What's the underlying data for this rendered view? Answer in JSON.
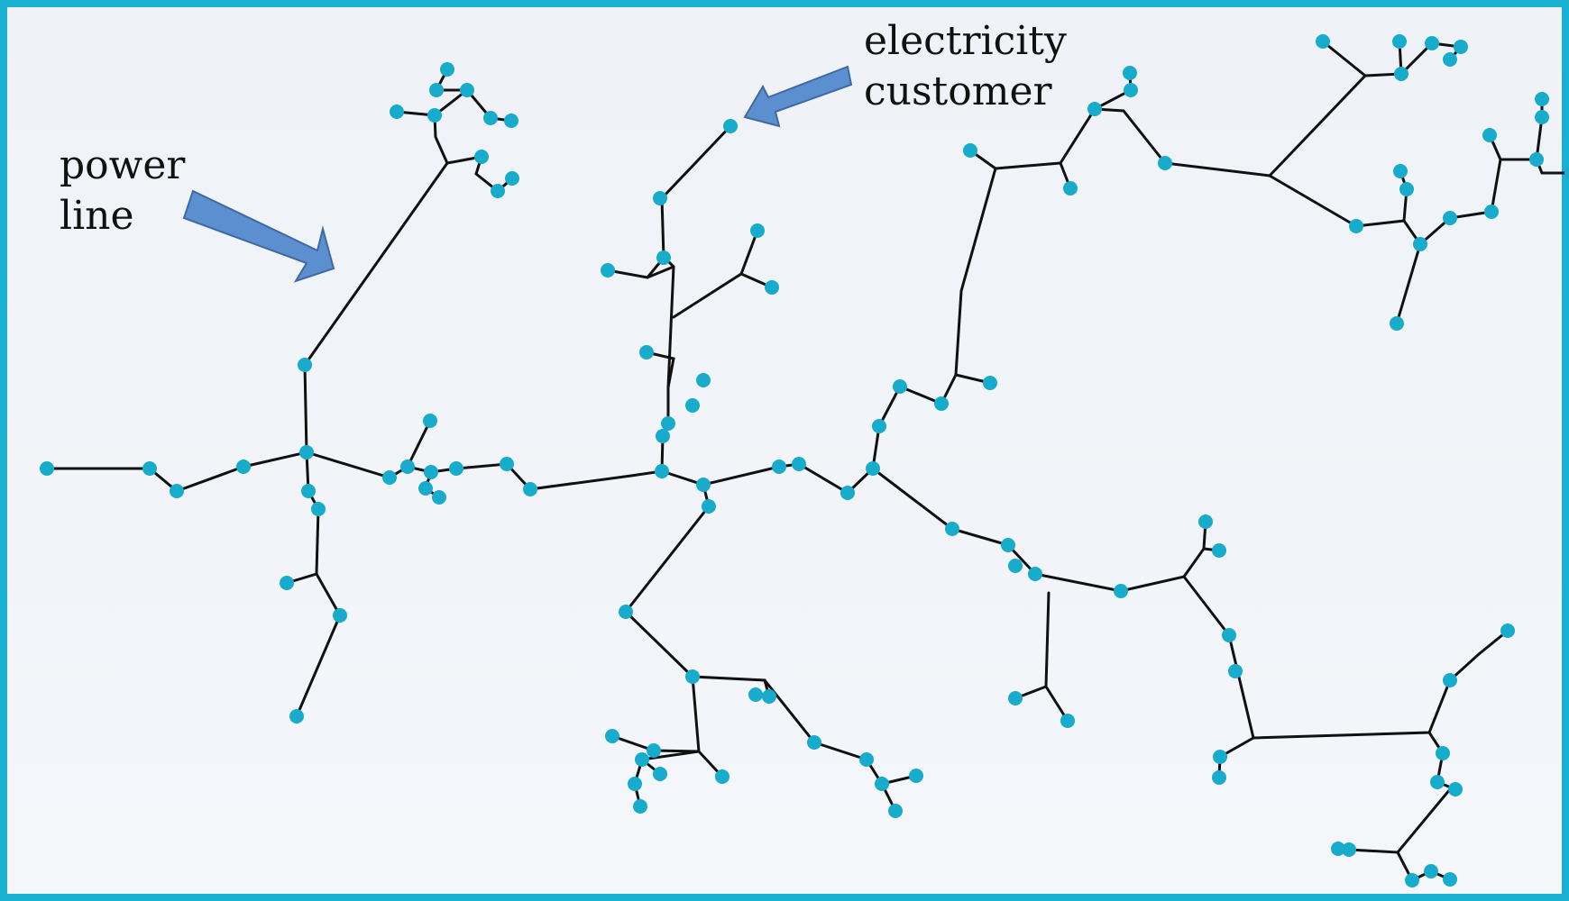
{
  "annotations": {
    "power_line": [
      "power",
      "line"
    ],
    "electricity_customer": [
      "electricity",
      "customer"
    ]
  },
  "colors": {
    "frame": "#1ab0d2",
    "node": "#17abcc",
    "line": "#111111",
    "arrow": "#5b8fcf"
  }
}
